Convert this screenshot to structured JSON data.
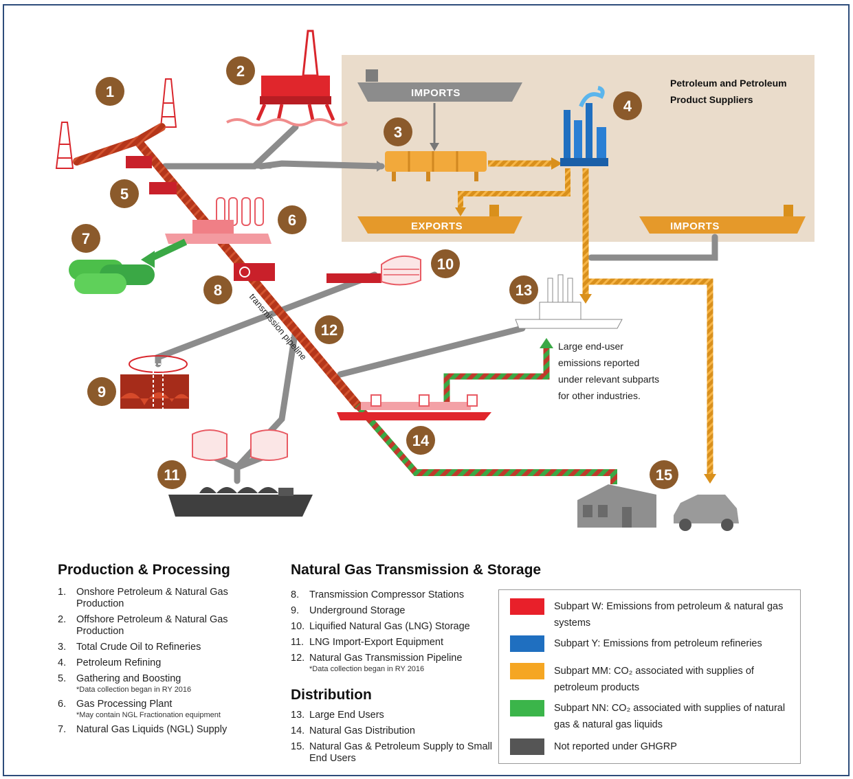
{
  "diagram": {
    "region_label": [
      "Petroleum and Petroleum",
      "Product Suppliers"
    ],
    "ships": {
      "imports_top": "IMPORTS",
      "exports": "EXPORTS",
      "imports_right": "IMPORTS"
    },
    "pipeline_label": "transmission pipeline",
    "end_user_caption": [
      "Large end-user",
      "emissions reported",
      "under relevant subparts",
      "for other industries."
    ],
    "markers": [
      "1",
      "2",
      "3",
      "4",
      "5",
      "6",
      "7",
      "8",
      "9",
      "10",
      "11",
      "12",
      "13",
      "14",
      "15"
    ]
  },
  "sections": {
    "production": {
      "title": "Production & Processing",
      "items": [
        {
          "num": "1.",
          "text": "Onshore Petroleum & Natural Gas Production",
          "note": ""
        },
        {
          "num": "2.",
          "text": "Offshore Petroleum & Natural Gas Production",
          "note": ""
        },
        {
          "num": "3.",
          "text": "Total Crude Oil to Refineries",
          "note": ""
        },
        {
          "num": "4.",
          "text": "Petroleum Refining",
          "note": ""
        },
        {
          "num": "5.",
          "text": "Gathering and Boosting",
          "note": "*Data collection began in RY 2016"
        },
        {
          "num": "6.",
          "text": "Gas Processing Plant",
          "note": "*May contain NGL Fractionation equipment"
        },
        {
          "num": "7.",
          "text": "Natural Gas Liquids (NGL) Supply",
          "note": ""
        }
      ]
    },
    "transmission": {
      "title": "Natural Gas Transmission & Storage",
      "items": [
        {
          "num": "8.",
          "text": "Transmission Compressor Stations",
          "note": ""
        },
        {
          "num": "9.",
          "text": "Underground Storage",
          "note": ""
        },
        {
          "num": "10.",
          "text": "Liquified Natural Gas (LNG) Storage",
          "note": ""
        },
        {
          "num": "11.",
          "text": "LNG Import-Export Equipment",
          "note": ""
        },
        {
          "num": "12.",
          "text": "Natural Gas Transmission Pipeline",
          "note": "*Data collection began in RY 2016"
        }
      ]
    },
    "distribution": {
      "title": "Distribution",
      "items": [
        {
          "num": "13.",
          "text": "Large End Users",
          "note": ""
        },
        {
          "num": "14.",
          "text": "Natural Gas Distribution",
          "note": ""
        },
        {
          "num": "15.",
          "text": "Natural Gas & Petroleum Supply to Small End Users",
          "note": ""
        }
      ]
    }
  },
  "legend": [
    {
      "color": "#e8202a",
      "text": "Subpart W: Emissions from petroleum & natural gas systems"
    },
    {
      "color": "#1f6fc0",
      "text": "Subpart Y: Emissions from petroleum refineries"
    },
    {
      "color": "#f5a623",
      "text": "Subpart MM: CO₂ associated with supplies of petroleum products"
    },
    {
      "color": "#3bb54a",
      "text": "Subpart NN: CO₂ associated with supplies of natural gas & natural gas liquids"
    },
    {
      "color": "#555555",
      "text": "Not reported under GHGRP"
    }
  ]
}
